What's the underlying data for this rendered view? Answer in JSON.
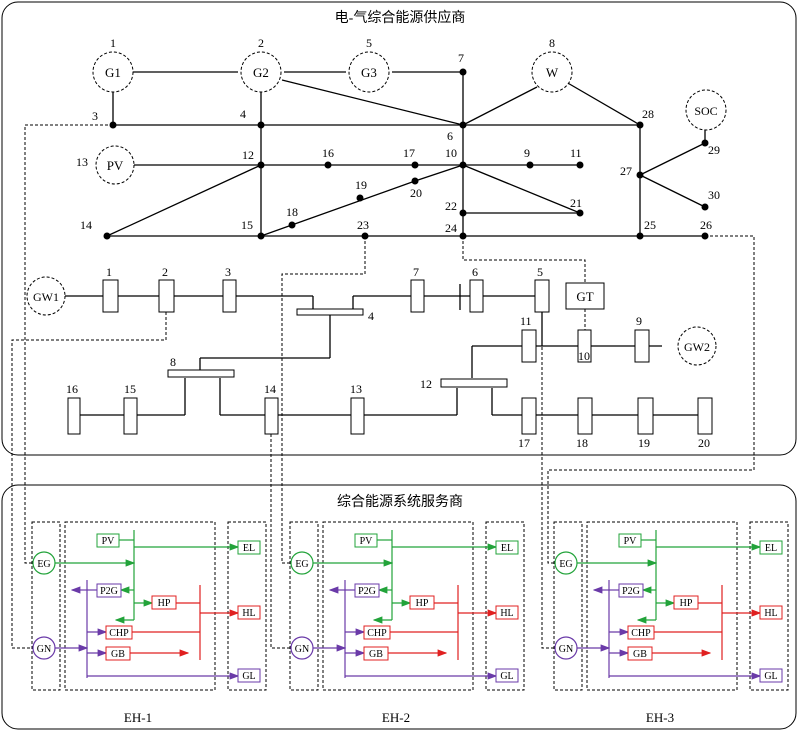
{
  "panels": {
    "top_title": "电-气综合能源供应商",
    "bottom_title": "综合能源系统服务商"
  },
  "power_grid": {
    "generators": [
      {
        "id": "g1",
        "label": "G1",
        "num": "1"
      },
      {
        "id": "g2",
        "label": "G2",
        "num": "2"
      },
      {
        "id": "g3",
        "label": "G3",
        "num": "5"
      },
      {
        "id": "w",
        "label": "W",
        "num": "8"
      },
      {
        "id": "pv",
        "label": "PV",
        "num": "13"
      },
      {
        "id": "soc",
        "label": "SOC",
        "num": ""
      }
    ],
    "bus_labels": [
      "3",
      "4",
      "6",
      "7",
      "12",
      "16",
      "17",
      "10",
      "9",
      "11",
      "28",
      "29",
      "27",
      "30",
      "19",
      "20",
      "18",
      "22",
      "21",
      "14",
      "15",
      "23",
      "24",
      "25",
      "26"
    ]
  },
  "gas_grid": {
    "sources": [
      "GW1",
      "GW2"
    ],
    "turbine": "GT",
    "node_labels": [
      "1",
      "2",
      "3",
      "4",
      "7",
      "6",
      "5",
      "11",
      "9",
      "10",
      "8",
      "12",
      "16",
      "15",
      "14",
      "13",
      "17",
      "18",
      "19",
      "20"
    ]
  },
  "energy_hubs": [
    {
      "name": "EH-1",
      "inputs": [
        "EG",
        "GN"
      ],
      "devices": [
        "PV",
        "P2G",
        "HP",
        "CHP",
        "GB"
      ],
      "loads": [
        "EL",
        "HL",
        "GL"
      ]
    },
    {
      "name": "EH-2",
      "inputs": [
        "EG",
        "GN"
      ],
      "devices": [
        "PV",
        "P2G",
        "HP",
        "CHP",
        "GB"
      ],
      "loads": [
        "EL",
        "HL",
        "GL"
      ]
    },
    {
      "name": "EH-3",
      "inputs": [
        "EG",
        "GN"
      ],
      "devices": [
        "PV",
        "P2G",
        "HP",
        "CHP",
        "GB"
      ],
      "loads": [
        "EL",
        "HL",
        "GL"
      ]
    }
  ],
  "colors": {
    "electric": "#22a33a",
    "heat": "#e02020",
    "gas": "#6a3aa8",
    "line": "#000000"
  }
}
